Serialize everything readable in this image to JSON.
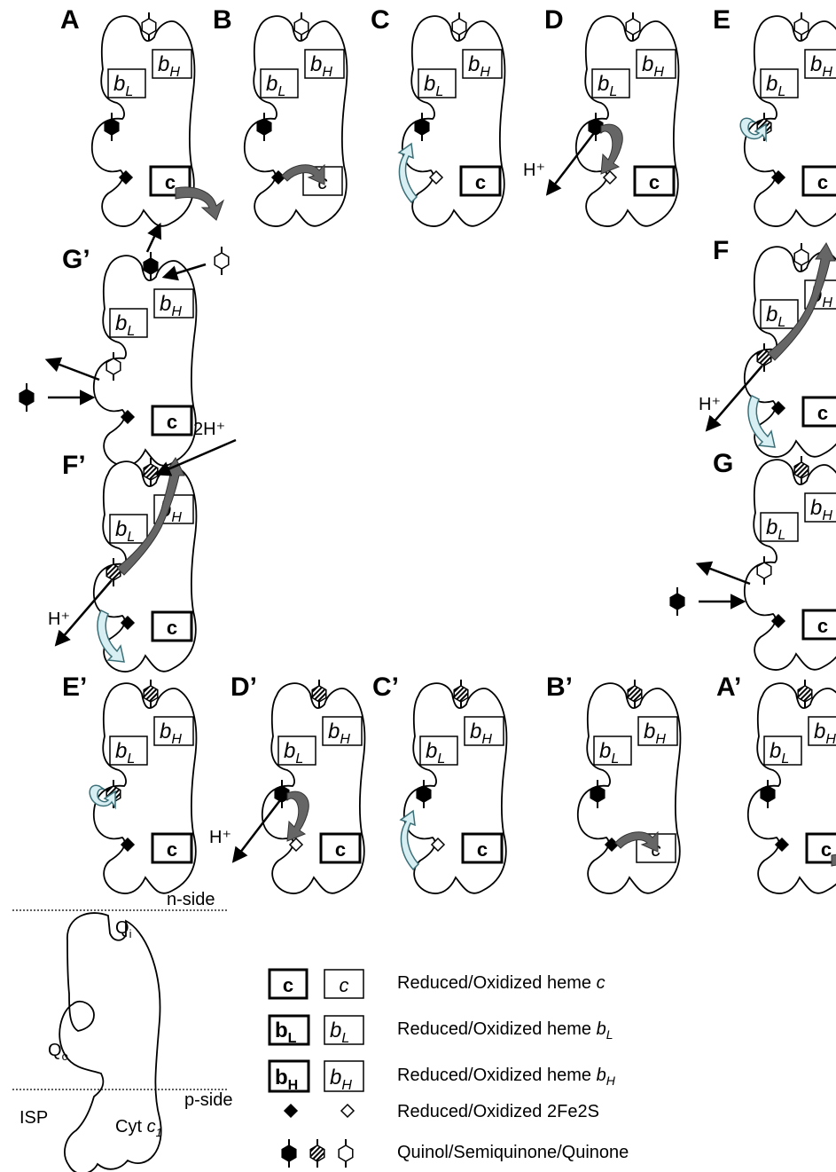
{
  "panels": [
    {
      "label": "A",
      "c": "R",
      "bL": "O",
      "bH": "O",
      "fes": "R",
      "qo": "QH2",
      "qi": "Q",
      "arrows": [
        "c_out"
      ]
    },
    {
      "label": "B",
      "c": "O",
      "bL": "O",
      "bH": "O",
      "fes": "R",
      "qo": "QH2",
      "qi": "Q",
      "arrows": [
        "fes_to_c"
      ]
    },
    {
      "label": "C",
      "c": "R",
      "bL": "O",
      "bH": "O",
      "fes": "O",
      "qo": "QH2",
      "qi": "Q",
      "arrows": [
        "isp_swing"
      ]
    },
    {
      "label": "D",
      "c": "R",
      "bL": "O",
      "bH": "O",
      "fes": "O",
      "qo": "QH2",
      "qi": "Q",
      "arrows": [
        "qo_to_fes",
        "h_out"
      ],
      "h_text": "H⁺"
    },
    {
      "label": "E",
      "c": "R",
      "bL": "O",
      "bH": "O",
      "fes": "R",
      "qo": "SQ",
      "qi": "Q",
      "arrows": [
        "curl"
      ]
    },
    {
      "label": "F",
      "c": "R",
      "bL": "O",
      "bH": "O",
      "fes": "R",
      "qo": "SQ",
      "qi": "Q",
      "arrows": [
        "big_up",
        "h_out_f",
        "swing_f"
      ],
      "h_text": "H⁺"
    },
    {
      "label": "G",
      "c": "R",
      "bL": "O",
      "bH": "O",
      "fes": "R",
      "qo": "Q",
      "qi": "SQ",
      "arrows": [
        "exchange"
      ]
    },
    {
      "label": "G’",
      "c": "R",
      "bL": "O",
      "bH": "O",
      "fes": "R",
      "qo": "Q",
      "qi": "QH2",
      "arrows": [
        "exchange",
        "qi_exchange"
      ]
    },
    {
      "label": "F’",
      "c": "R",
      "bL": "O",
      "bH": "O",
      "fes": "R",
      "qo": "SQ",
      "qi": "SQ",
      "arrows": [
        "big_up",
        "h_out_f",
        "swing_f",
        "h2_in"
      ],
      "h_text": "H⁺",
      "h2_text": "2H⁺"
    },
    {
      "label": "E’",
      "c": "R",
      "bL": "O",
      "bH": "O",
      "fes": "R",
      "qo": "SQ",
      "qi": "SQ",
      "arrows": [
        "curl"
      ]
    },
    {
      "label": "D’",
      "c": "R",
      "bL": "O",
      "bH": "O",
      "fes": "O",
      "qo": "QH2",
      "qi": "SQ",
      "arrows": [
        "qo_to_fes",
        "h_out"
      ],
      "h_text": "H⁺"
    },
    {
      "label": "C’",
      "c": "R",
      "bL": "O",
      "bH": "O",
      "fes": "O",
      "qo": "QH2",
      "qi": "SQ",
      "arrows": [
        "isp_swing"
      ]
    },
    {
      "label": "B’",
      "c": "O",
      "bL": "O",
      "bH": "O",
      "fes": "R",
      "qo": "QH2",
      "qi": "SQ",
      "arrows": [
        "fes_to_c"
      ]
    },
    {
      "label": "A’",
      "c": "R",
      "bL": "O",
      "bH": "O",
      "fes": "R",
      "qo": "QH2",
      "qi": "SQ",
      "arrows": [
        "c_out"
      ]
    }
  ],
  "heme_text": {
    "c": "c",
    "bL_base": "b",
    "bL_sub": "L",
    "bH_base": "b",
    "bH_sub": "H"
  },
  "schematic": {
    "n_side": "n-side",
    "p_side": "p-side",
    "qi": "Q",
    "qi_sub": "i",
    "qo": "Q",
    "qo_sub": "o",
    "isp": "ISP",
    "cyt": "Cyt",
    "cyt_c": "c",
    "cyt_sub": "1"
  },
  "legend": [
    {
      "text": "Reduced/Oxidized heme ",
      "italic": "c",
      "sub": ""
    },
    {
      "text": "Reduced/Oxidized heme ",
      "italic": "b",
      "sub": "L"
    },
    {
      "text": "Reduced/Oxidized heme ",
      "italic": "b",
      "sub": "H"
    },
    {
      "text": "Reduced/Oxidized 2Fe2S",
      "italic": "",
      "sub": ""
    },
    {
      "text": "Quinol/Semiquinone/Quinone",
      "italic": "",
      "sub": ""
    }
  ],
  "colors": {
    "arrow_gray": "#666666",
    "swing_fill": "#d7eef2",
    "swing_stroke": "#3b6f78",
    "ink": "#000000"
  }
}
